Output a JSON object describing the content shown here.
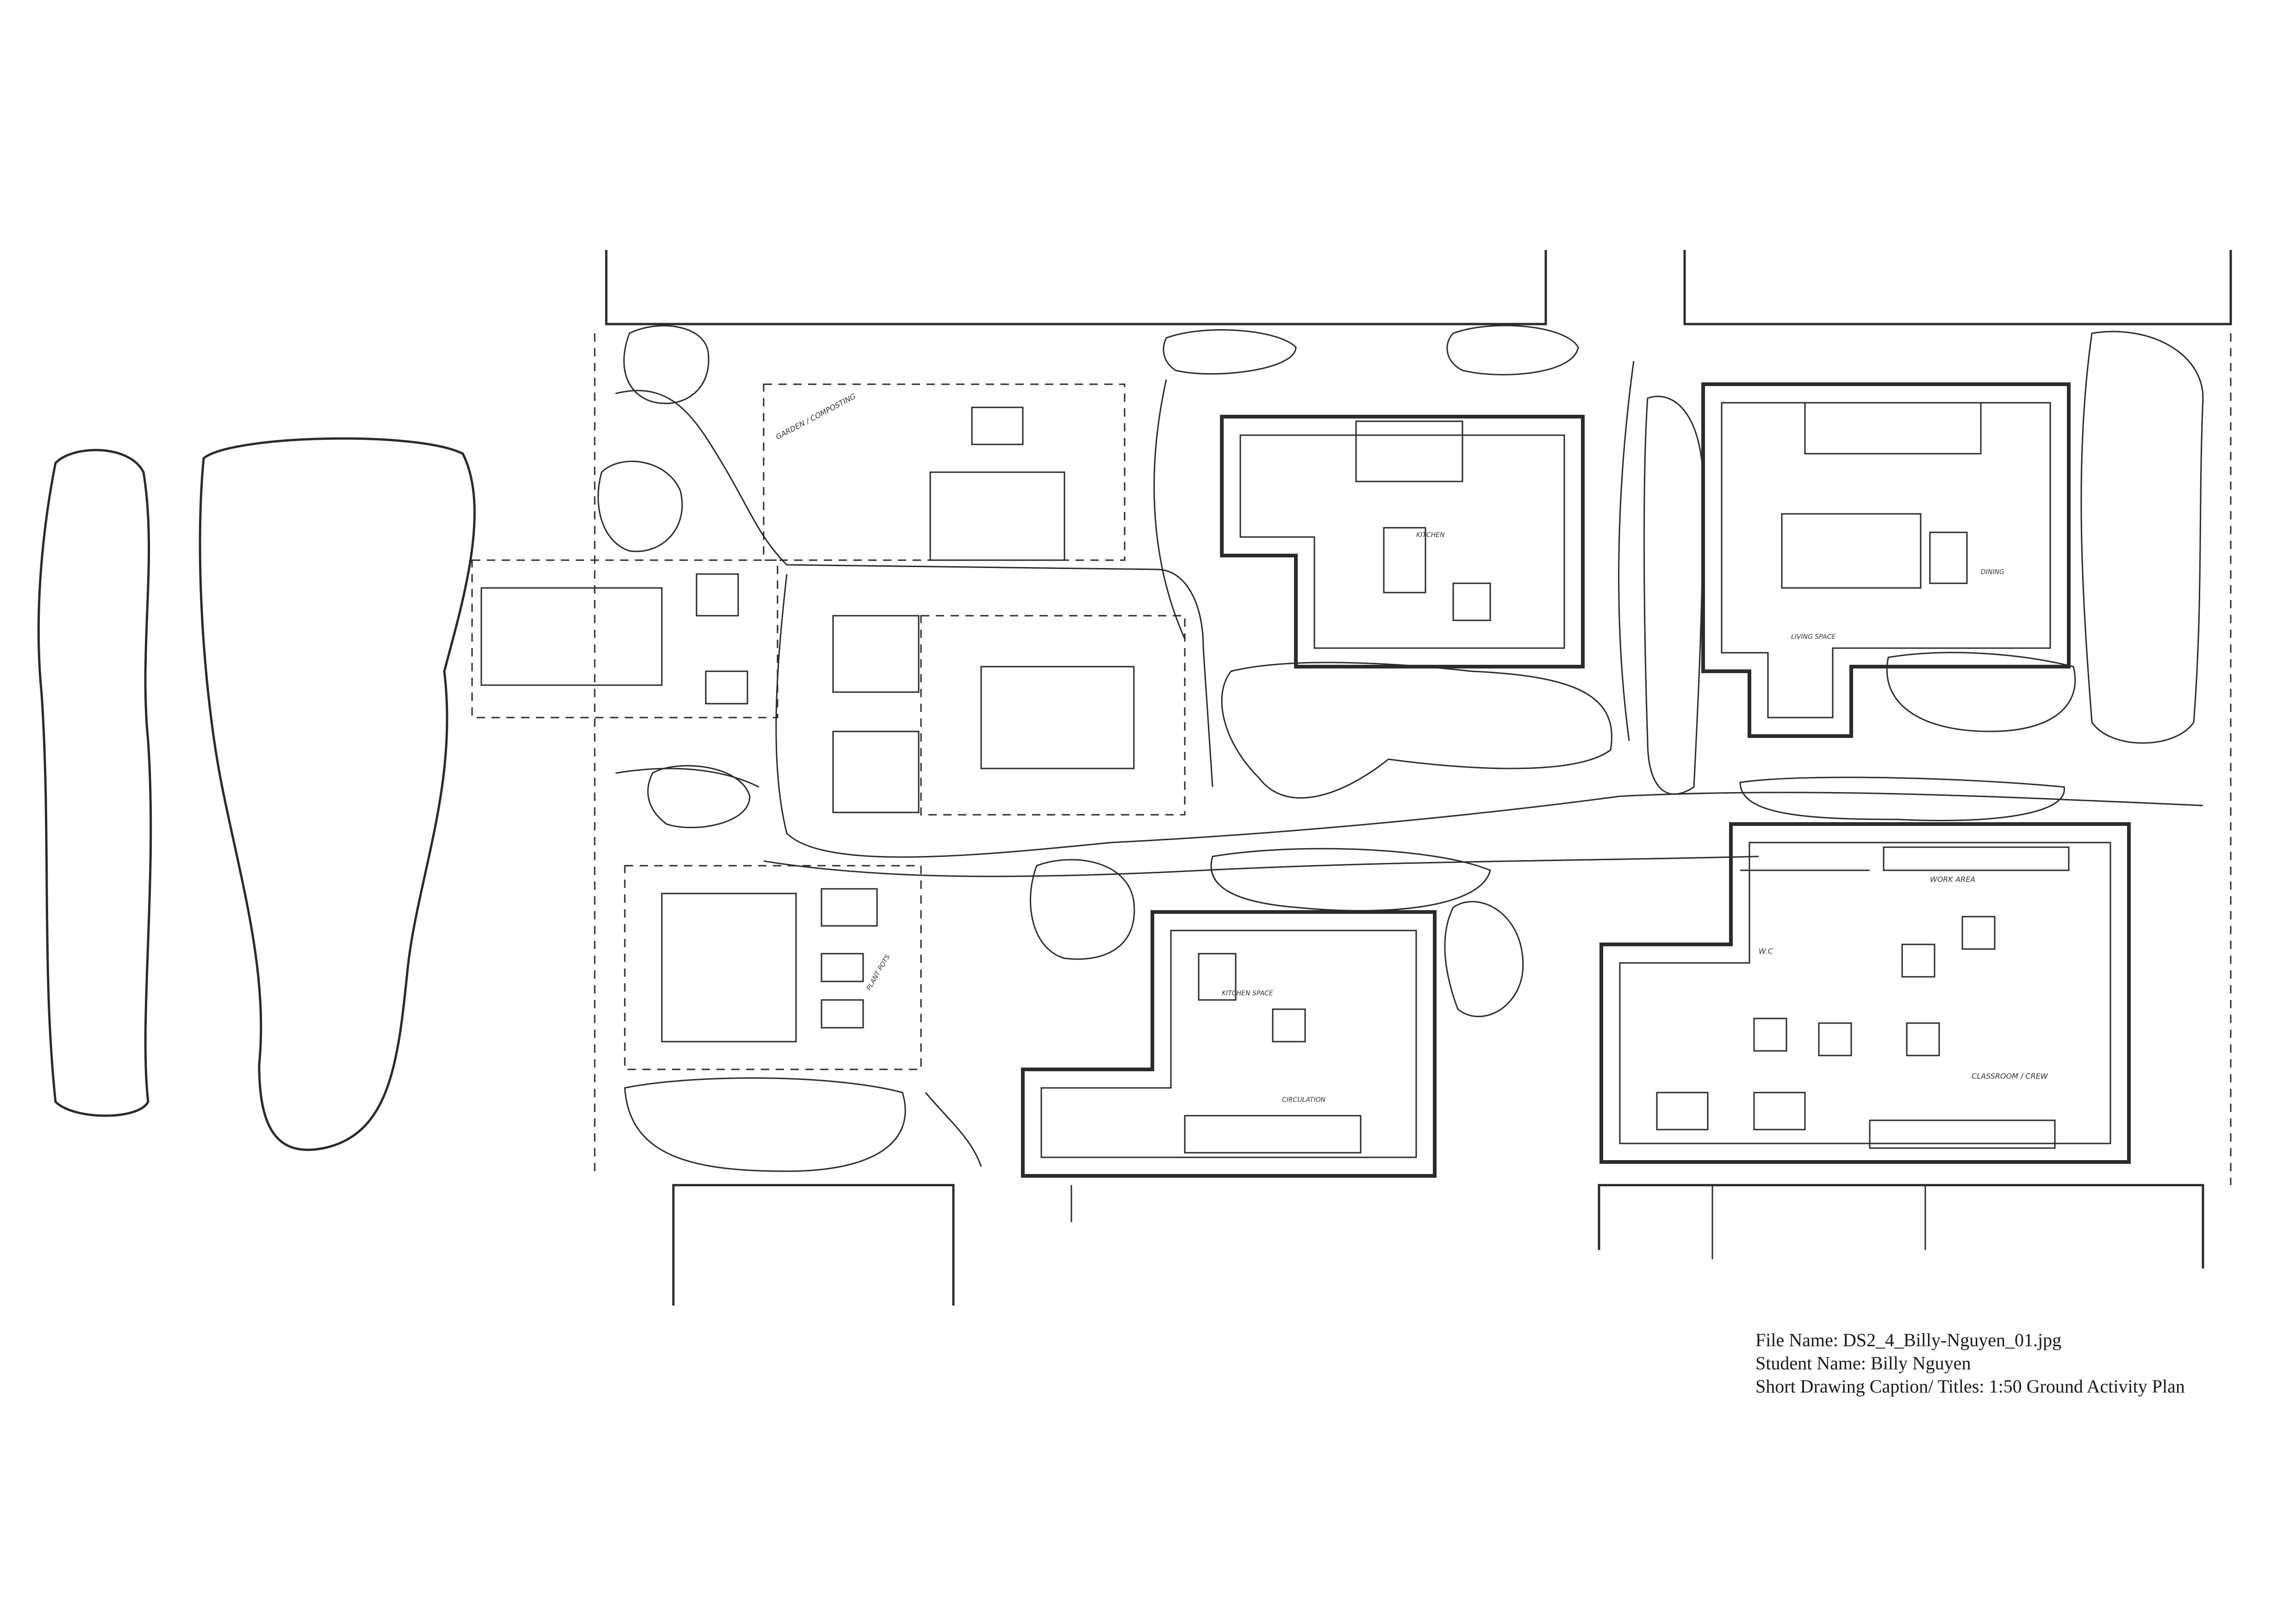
{
  "caption": {
    "file_name": "File Name: DS2_4_Billy-Nguyen_01.jpg",
    "student_name": "Student Name: Billy Nguyen",
    "drawing_title": "Short Drawing Caption/ Titles: 1:50 Ground Activity Plan"
  },
  "plan_labels": {
    "work_area": "WORK AREA",
    "wc": "W.C",
    "circulation": "CIRCULATION",
    "classroom": "CLASSROOM / CREW",
    "garden_composting": "GARDEN / COMPOSTING",
    "plant_pots": "PLANT POTS",
    "living_space": "LIVING SPACE",
    "kitchen": "KITCHEN",
    "dining": "DINING",
    "kitchen_space": "KITCHEN SPACE"
  },
  "colors": {
    "ink": "#2b2b2b",
    "paper": "#ffffff"
  }
}
